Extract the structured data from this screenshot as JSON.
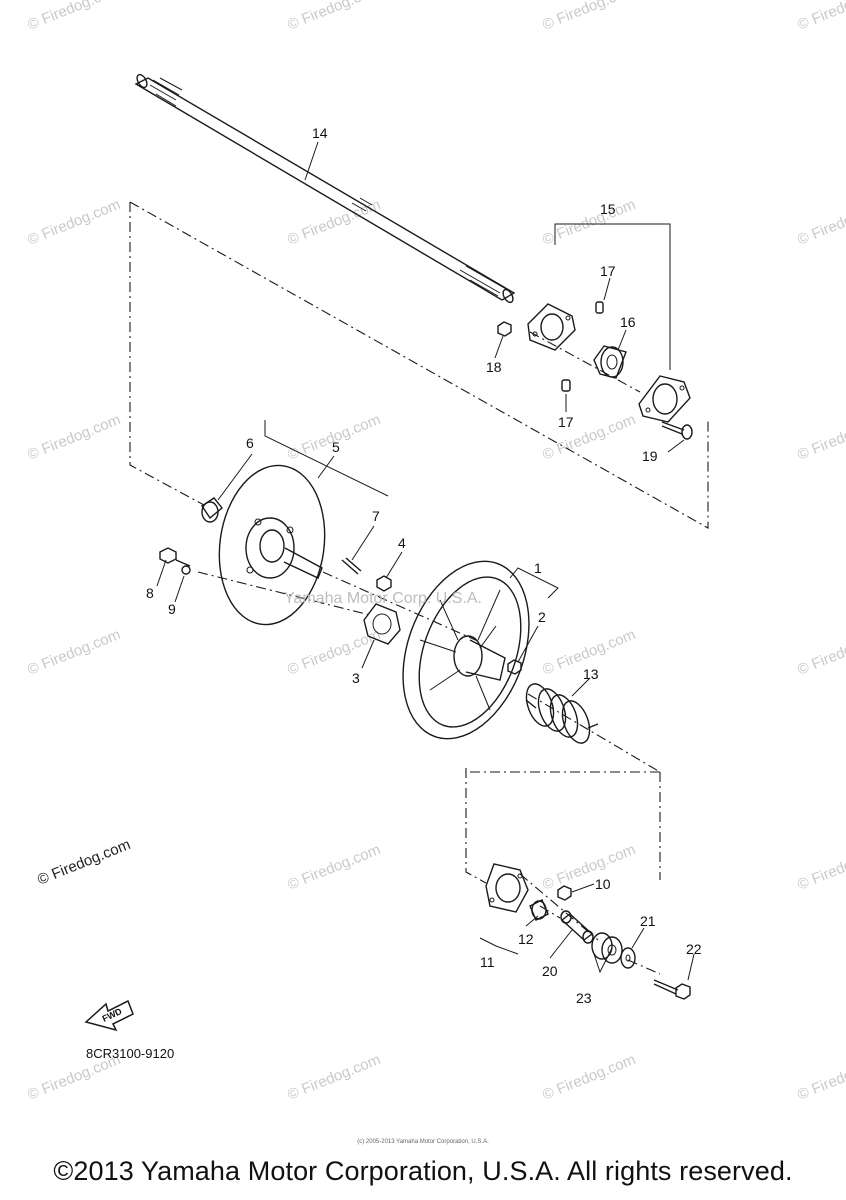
{
  "diagram": {
    "watermark": "© Firedog.com",
    "center_watermark": "Yamaha Motor Corp. U.S.A.",
    "callouts": [
      "1",
      "2",
      "3",
      "4",
      "5",
      "6",
      "7",
      "8",
      "9",
      "10",
      "11",
      "12",
      "13",
      "14",
      "15",
      "16",
      "17",
      "17",
      "18",
      "19",
      "20",
      "21",
      "22",
      "23"
    ],
    "fwd_label": "FWD",
    "part_code": "8CR3100-9120"
  },
  "footer": {
    "tiny_notice": "(c) 2005-2013 Yamaha Motor Corporation, U.S.A.",
    "copyright": "©2013 Yamaha Motor Corporation, U.S.A. All rights reserved."
  },
  "colors": {
    "line": "#1a1a1a",
    "watermark": "#c9c9c9",
    "background": "#ffffff"
  }
}
